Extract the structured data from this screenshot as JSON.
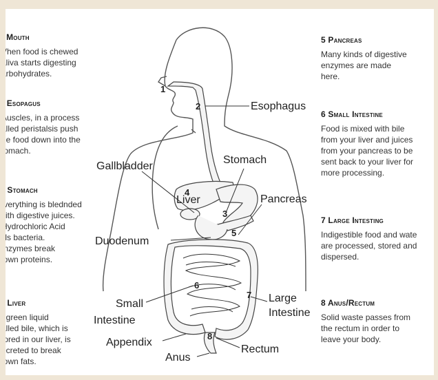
{
  "left_sections": [
    {
      "heading": "| Mouth",
      "text": "Vhen food is chewed\naliva starts digesting\narbohydrates."
    },
    {
      "heading": ": Esopagus",
      "text": "Auscles, in a process\nalled peristalsis push\nhe food down into the\ntomach."
    },
    {
      "heading": "} Stomach",
      "text": ":verything is blednded\nvith digestive juices.\nHydrochloric Acid\nills bacteria.\n:nzymes break\nlown proteins."
    },
    {
      "heading": "} Liver",
      "text": "\\ green liquid\nalled bile, which is\ntored in our liver, is\necreted to break\nlown fats."
    }
  ],
  "right_sections": [
    {
      "heading": "5 Pancreas",
      "text": "Many kinds of digestive\nenzymes are made\nhere."
    },
    {
      "heading": "6 Small Intestine",
      "text": "Food is mixed with bile\nfrom your liver and juices\nfrom your pancreas to be\nsent back to your liver for\nmore processing."
    },
    {
      "heading": "7 Large Intesting",
      "text": "Indigestible food and wate\nare processed, stored and\ndispersed."
    },
    {
      "heading": "8 Anus/Rectum",
      "text": "Solid waste passes from\nthe rectum in order to\nleave your body."
    }
  ],
  "diagram_labels": {
    "esophagus": "Esophagus",
    "stomach": "Stomach",
    "gallbladder": "Gallbladder",
    "liver": "Liver",
    "pancreas": "Pancreas",
    "duodenum": "Duodenum",
    "small_1": "Small",
    "small_2": "Intestine",
    "large_1": "Large",
    "large_2": "Intestine",
    "appendix": "Appendix",
    "rectum": "Rectum",
    "anus": "Anus"
  },
  "numbers": {
    "n1": "1",
    "n2": "2",
    "n3": "3",
    "n4": "4",
    "n5": "5",
    "n6": "6",
    "n7": "7",
    "n8": "8"
  }
}
